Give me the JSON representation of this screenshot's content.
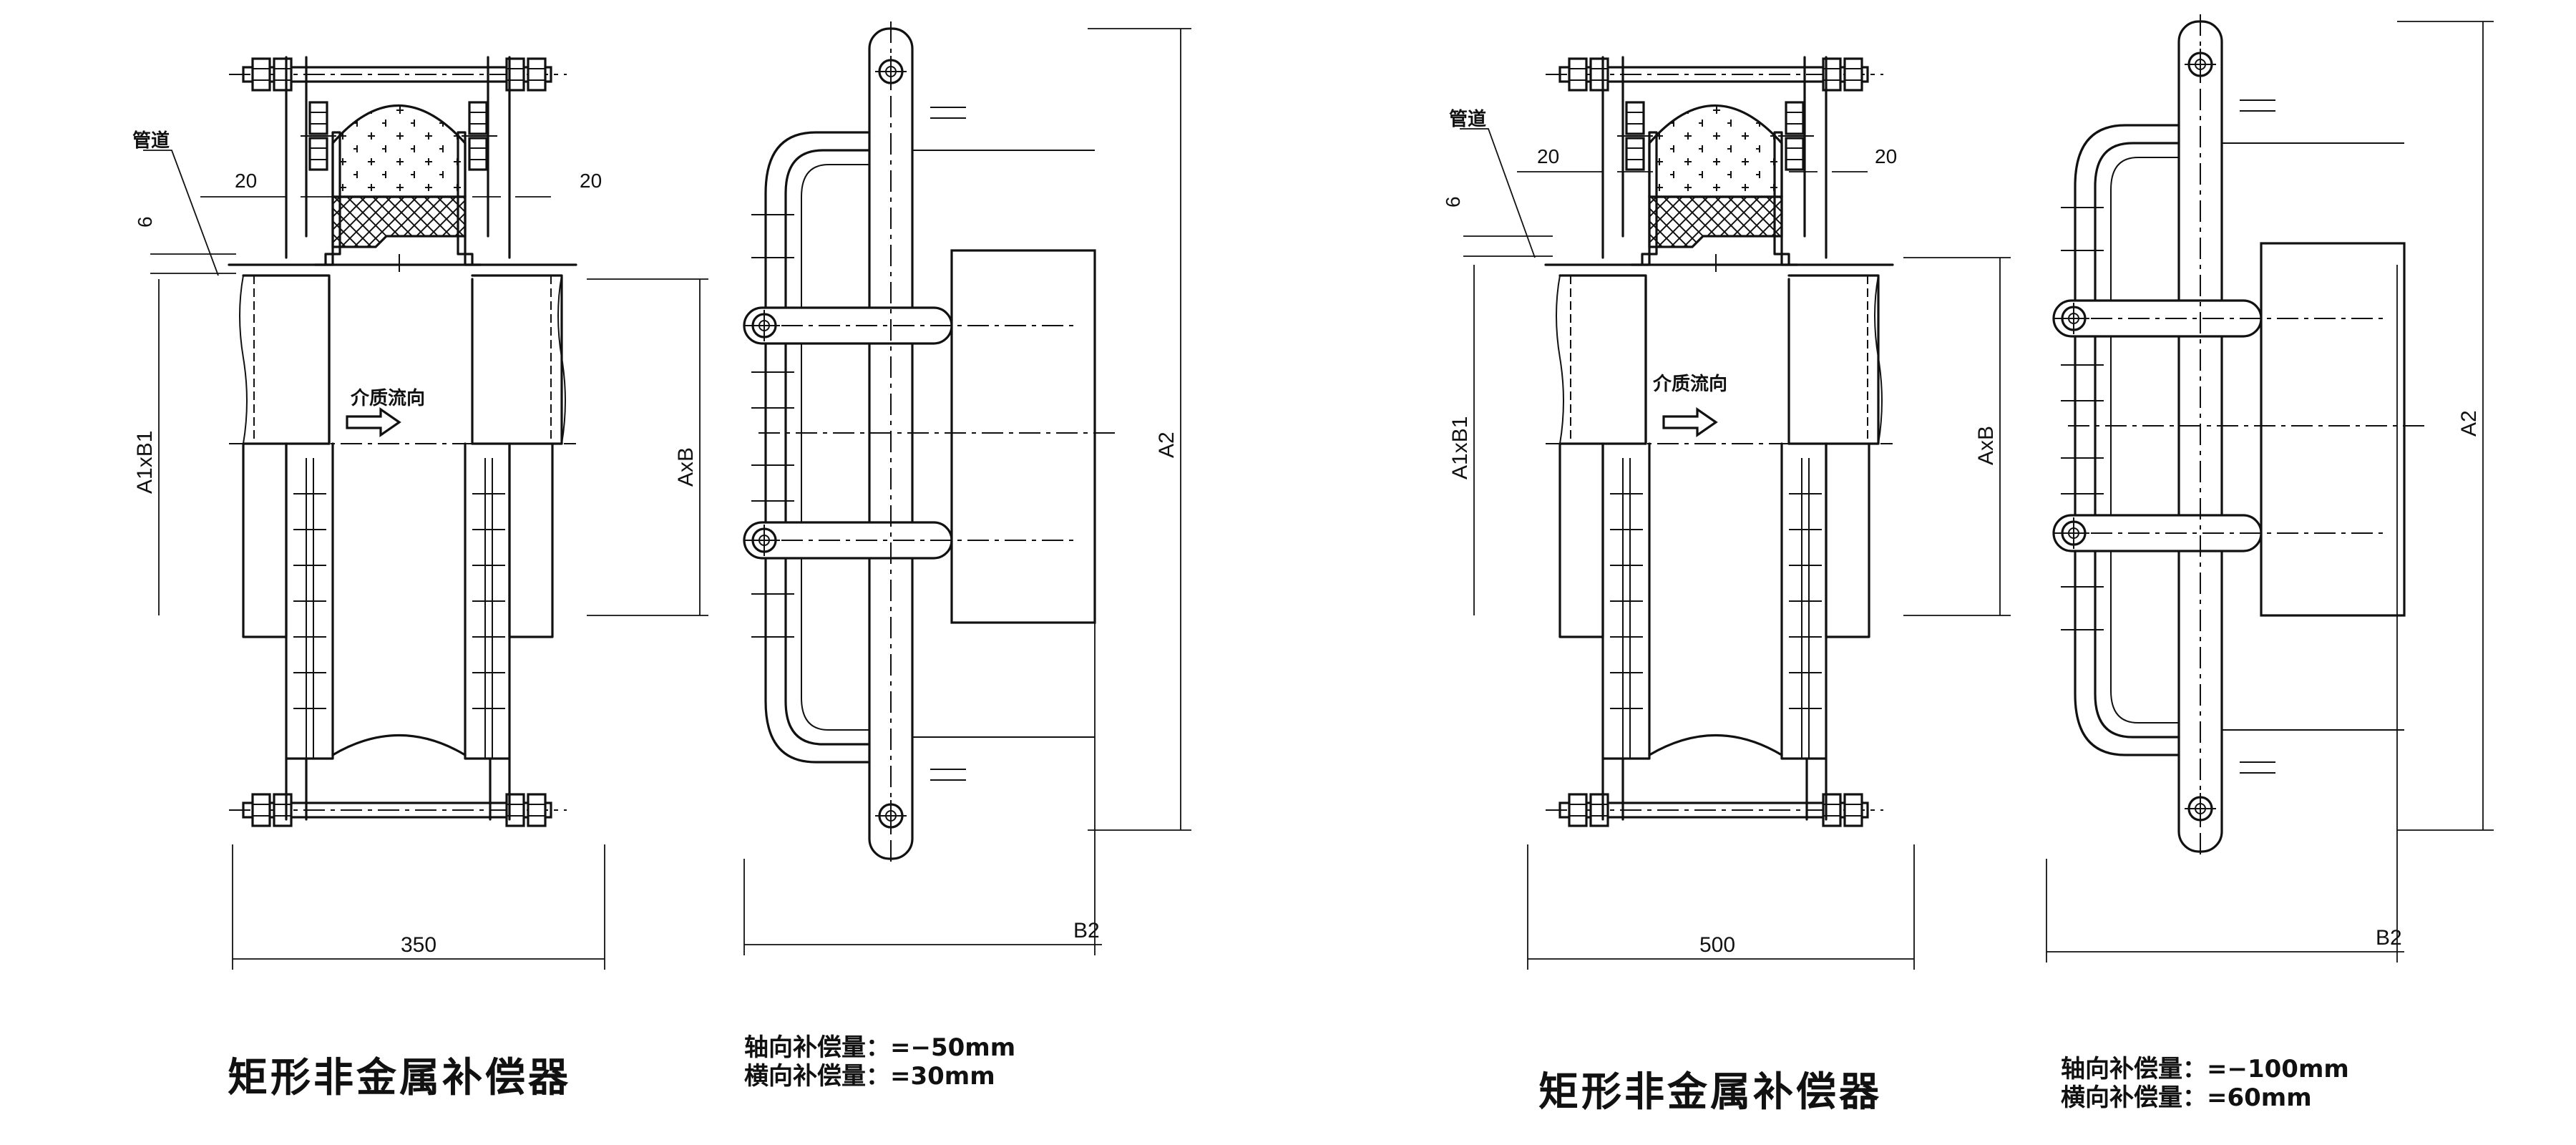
{
  "panels": [
    {
      "id": "left",
      "labels": {
        "pipe": "管道",
        "dim_20_left": "20",
        "dim_20_right": "20",
        "dim_6": "6",
        "a1b1": "A1xB1",
        "axb": "AxB",
        "a2": "A2",
        "b2": "B2",
        "length": "350",
        "flow": "介质流向"
      },
      "title": "矩形非金属补偿器",
      "axial": "轴向补偿量：=−50mm",
      "lateral": "横向补偿量：=30mm"
    },
    {
      "id": "right",
      "labels": {
        "pipe": "管道",
        "dim_20_left": "20",
        "dim_20_right": "20",
        "dim_6": "6",
        "a1b1": "A1xB1",
        "axb": "AxB",
        "a2": "A2",
        "b2": "B2",
        "length": "500",
        "flow": "介质流向"
      },
      "title": "矩形非金属补偿器",
      "axial": "轴向补偿量：=−100mm",
      "lateral": "横向补偿量：=60mm"
    }
  ]
}
